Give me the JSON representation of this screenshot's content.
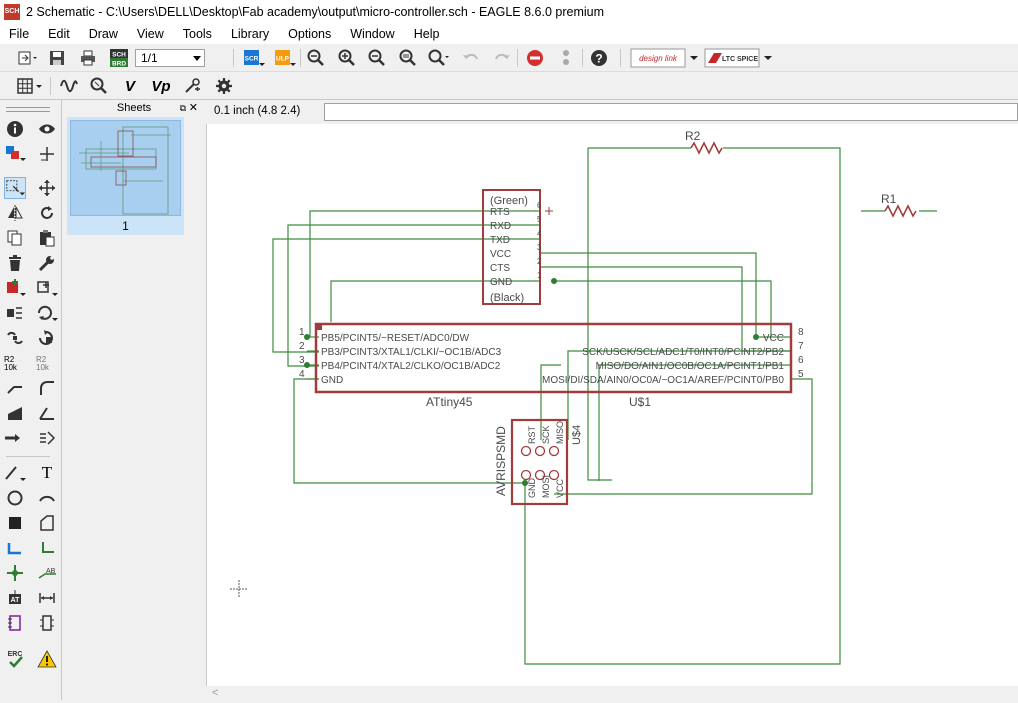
{
  "window": {
    "title": "2 Schematic - C:\\Users\\DELL\\Desktop\\Fab academy\\output\\micro-controller.sch - EAGLE 8.6.0 premium",
    "app_icon_text": "SCH"
  },
  "menu": [
    "File",
    "Edit",
    "Draw",
    "View",
    "Tools",
    "Library",
    "Options",
    "Window",
    "Help"
  ],
  "toolbar": {
    "sheet_select": "1/1",
    "designlink_label": "design link",
    "ltspice_label": "LTC SPICE",
    "sch_brd_label": "SCH BRD",
    "scr_label": "SCR",
    "ulp_label": "ULP"
  },
  "toolbar2": {
    "value_label": "V",
    "vp_label": "Vp"
  },
  "tool_panel": {
    "resistor_label_1": "R2 10k",
    "resistor_label_2": "R2 10k",
    "text_tool_label": "T",
    "attribute_label": "AT",
    "erc_label": "ERC"
  },
  "sheets": {
    "header": "Sheets",
    "items": [
      {
        "number": "1"
      }
    ]
  },
  "coords_bar": {
    "coordinates": "0.1 inch (4.8 2.4)",
    "command": ""
  },
  "schematic": {
    "resistors": [
      {
        "name": "R2"
      },
      {
        "name": "R1"
      }
    ],
    "connector": {
      "top_label": "(Green)",
      "bottom_label": "(Black)",
      "pins": [
        {
          "name": "RTS",
          "number": "6"
        },
        {
          "name": "RXD",
          "number": "5"
        },
        {
          "name": "TXD",
          "number": "4"
        },
        {
          "name": "VCC",
          "number": "3"
        },
        {
          "name": "CTS",
          "number": "2"
        },
        {
          "name": "GND",
          "number": "1"
        }
      ]
    },
    "mcu": {
      "name": "U$1",
      "value": "ATtiny45",
      "left_pins": [
        {
          "number": "1",
          "label": "PB5/PCINT5/~RESET/ADC0/DW"
        },
        {
          "number": "2",
          "label": "PB3/PCINT3/XTAL1/CLKI/~OC1B/ADC3"
        },
        {
          "number": "3",
          "label": "PB4/PCINT4/XTAL2/CLKO/OC1B/ADC2"
        },
        {
          "number": "4",
          "label": "GND"
        }
      ],
      "right_pins": [
        {
          "number": "8",
          "label": "VCC"
        },
        {
          "number": "7",
          "label": "SCK/USCK/SCL/ADC1/T0/INT0/PCINT2/PB2"
        },
        {
          "number": "6",
          "label": "MISO/DO/AIN1/OC0B/OC1A/PCINT1/PB1"
        },
        {
          "number": "5",
          "label": "MOSI/DI/SDA/AIN0/OC0A/~OC1A/AREF/PCINT0/PB0"
        }
      ]
    },
    "isp": {
      "name": "U$4",
      "value": "AVRISPSMD",
      "top_pins": [
        "RST",
        "SCK",
        "MISO"
      ],
      "bottom_pins": [
        "GND",
        "MOSI",
        "VCC"
      ]
    }
  },
  "colors": {
    "wire": "#3e8c3e",
    "part": "#a23c3c",
    "text": "#4a4a4a",
    "junction": "#2e7d32"
  }
}
